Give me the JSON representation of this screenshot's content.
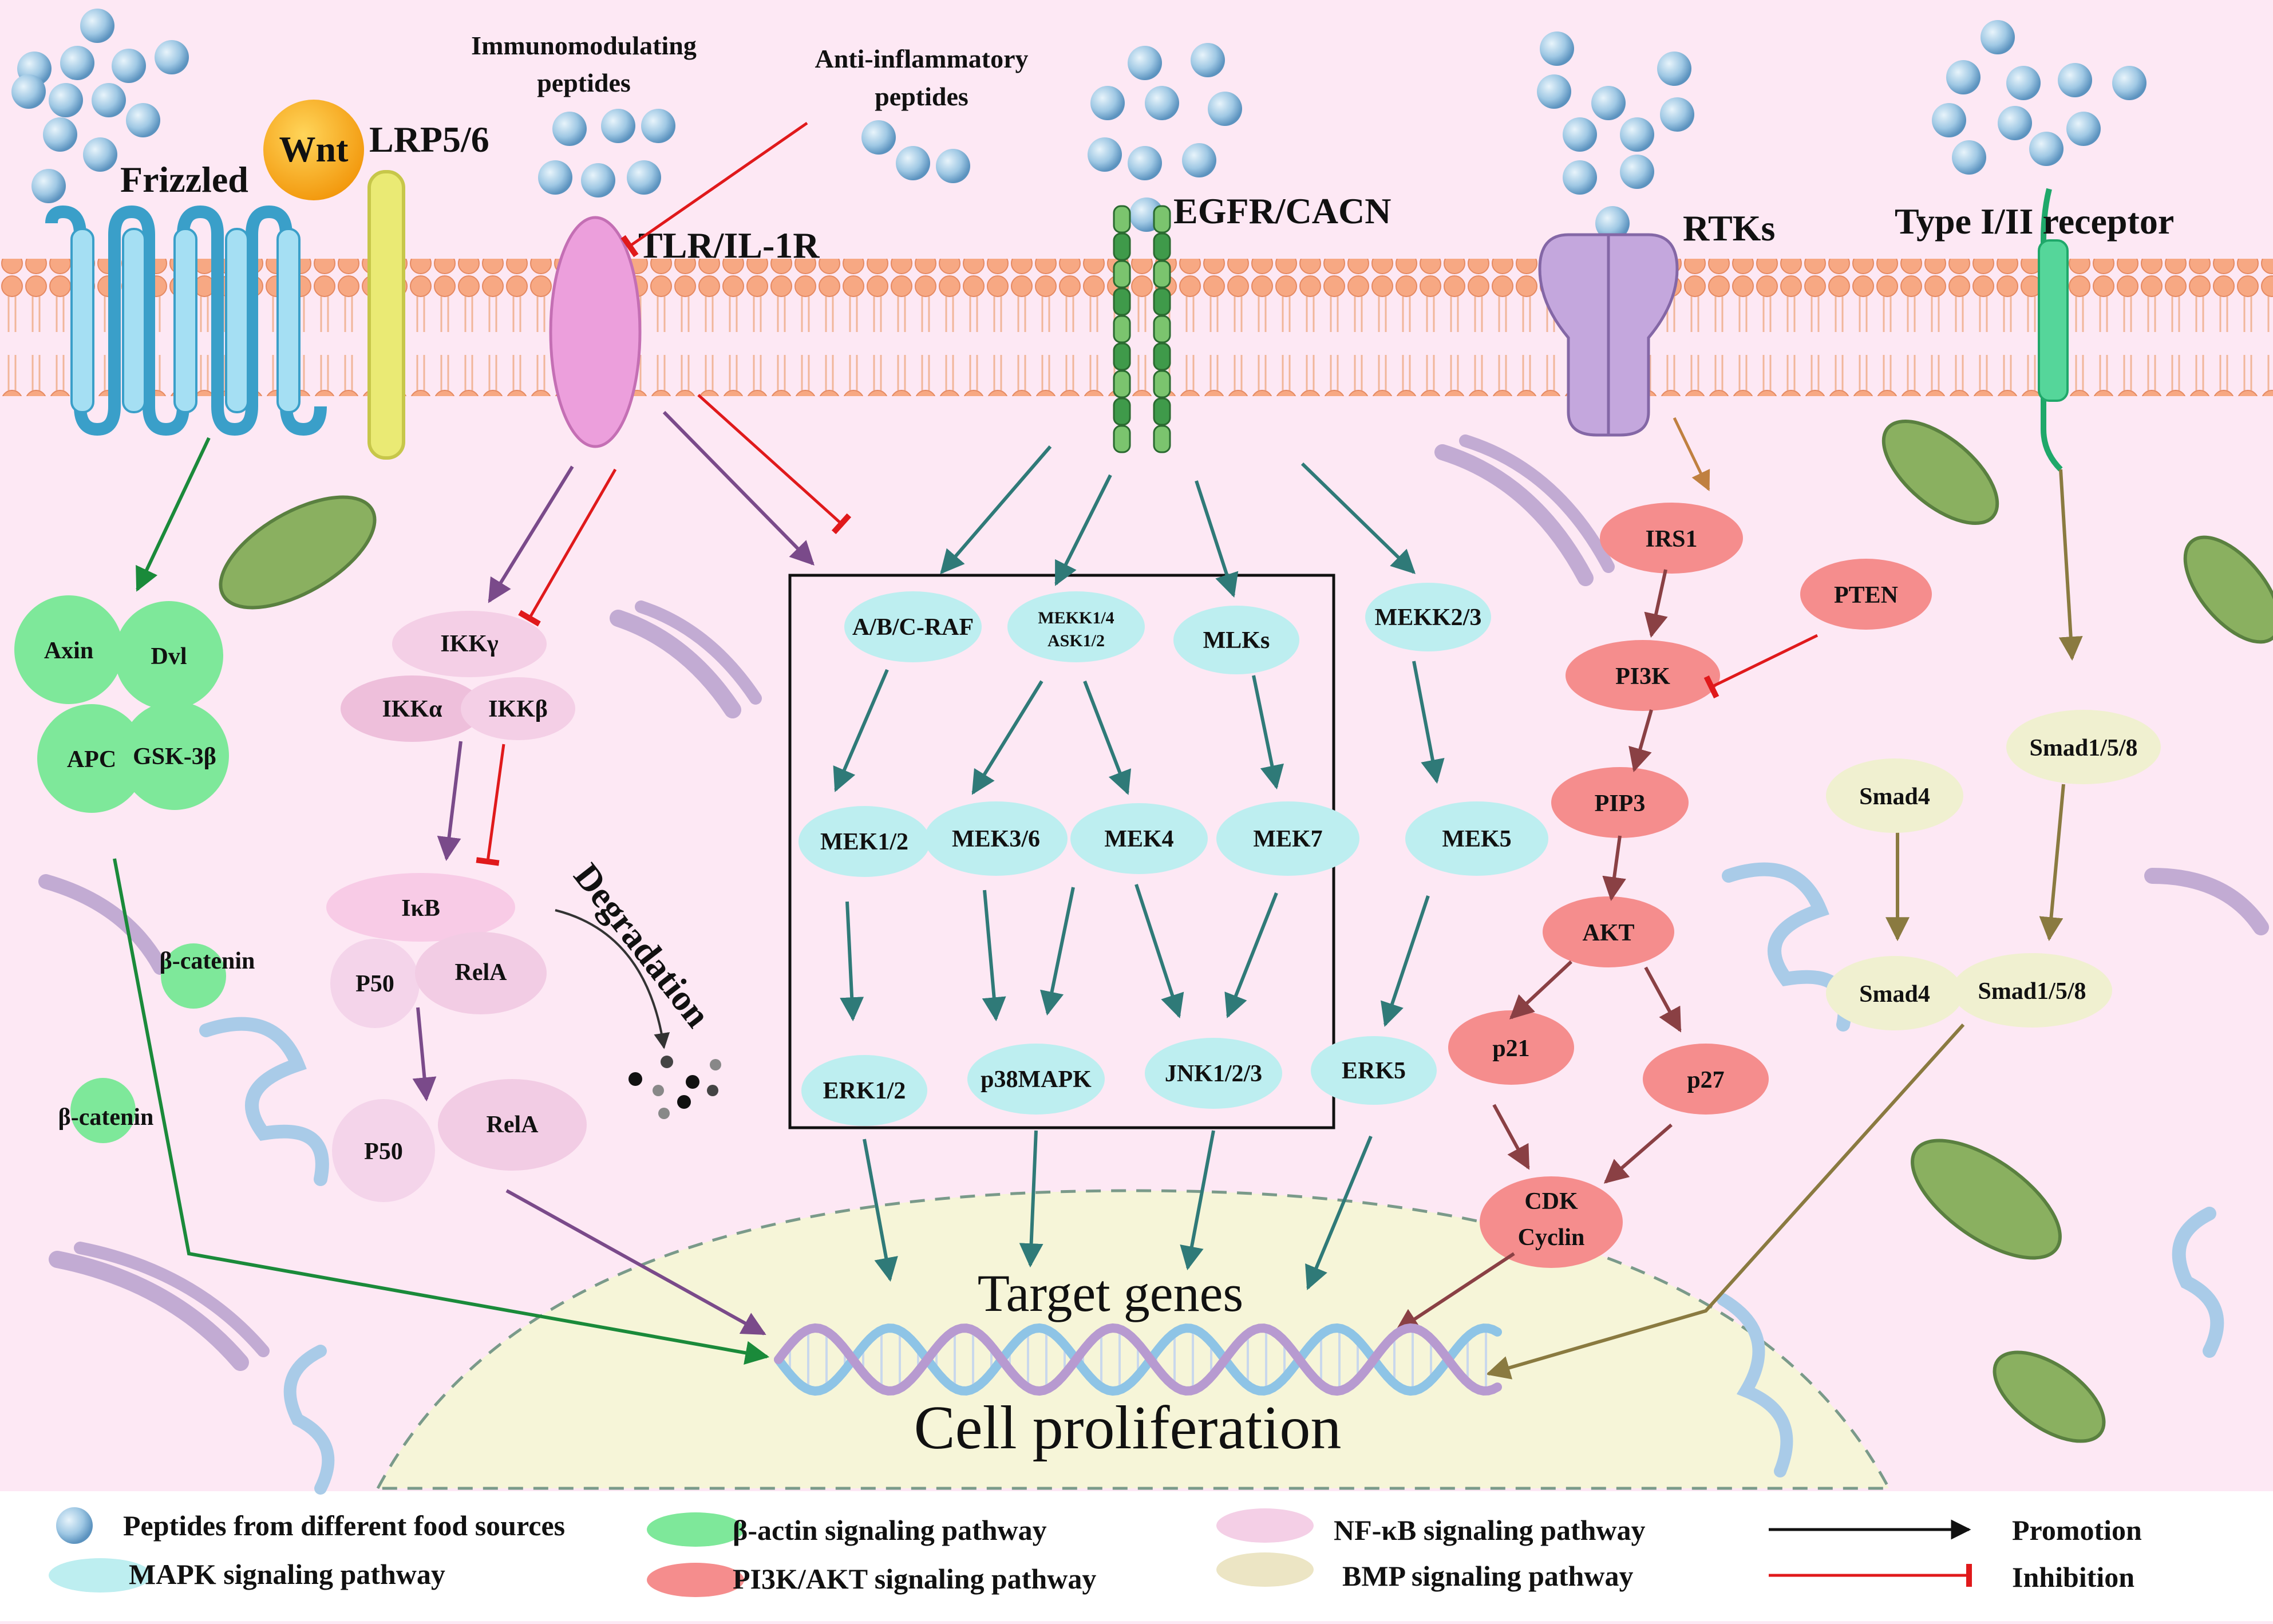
{
  "receptors": {
    "frizzled": "Frizzled",
    "wnt": "Wnt",
    "lrp": "LRP5/6",
    "tlr": "TLR/IL-1R",
    "egfr": "EGFR/CACN",
    "rtks": "RTKs",
    "type12": "Type I/II receptor"
  },
  "peptides": {
    "immuno": [
      "Immunomodulating",
      "peptides"
    ],
    "anti": [
      "Anti-inflammatory",
      "peptides"
    ]
  },
  "wnt_path": {
    "axin": "Axin",
    "dvl": "Dvl",
    "apc": "APC",
    "gsk": "GSK-3β",
    "bcat1": "β-catenin",
    "bcat2": "β-catenin"
  },
  "nfkb_path": {
    "ikkg": "IKKγ",
    "ikka": "IKKα",
    "ikkb": "IKKβ",
    "ikb": "IκB",
    "p50a": "P50",
    "rela_a": "RelA",
    "p50b": "P50",
    "rela_b": "RelA",
    "degradation": "Degradation"
  },
  "mapk_path": {
    "raf": "A/B/C-RAF",
    "mekk14": [
      "MEKK1/4",
      "ASK1/2"
    ],
    "mlks": "MLKs",
    "mekk23": "MEKK2/3",
    "mek12": "MEK1/2",
    "mek36": "MEK3/6",
    "mek4": "MEK4",
    "mek7": "MEK7",
    "mek5": "MEK5",
    "erk12": "ERK1/2",
    "p38": "p38MAPK",
    "jnk": "JNK1/2/3",
    "erk5": "ERK5"
  },
  "pi3k_path": {
    "irs1": "IRS1",
    "pten": "PTEN",
    "pi3k": "PI3K",
    "pip3": "PIP3",
    "akt": "AKT",
    "p21": "p21",
    "p27": "p27",
    "cdk": [
      "CDK",
      "Cyclin"
    ]
  },
  "bmp_path": {
    "smad158a": "Smad1/5/8",
    "smad4a": "Smad4",
    "smad4b": "Smad4",
    "smad158b": "Smad1/5/8"
  },
  "nucleus": {
    "target": "Target genes",
    "prolif": "Cell proliferation"
  },
  "legend": {
    "peptides": "Peptides from different food sources",
    "mapk": "MAPK signaling pathway",
    "bactin": "β-actin signaling pathway",
    "pi3k": "PI3K/AKT signaling pathway",
    "nfkb": "NF-κB signaling pathway",
    "bmp": "BMP signaling pathway",
    "promotion": "Promotion",
    "inhibition": "Inhibition"
  },
  "colors": {
    "background": "#fde8f4",
    "membrane": "#f7a883",
    "mapk": "#bdeef0",
    "wnt": "#7ee89a",
    "pi3k": "#f58d8d",
    "nfkb": "#f4cfe6",
    "bmp": "#f0f0d0",
    "nucleus": "#f6f5d8",
    "promotion": "#111111",
    "inhibition": "#e0191b"
  }
}
